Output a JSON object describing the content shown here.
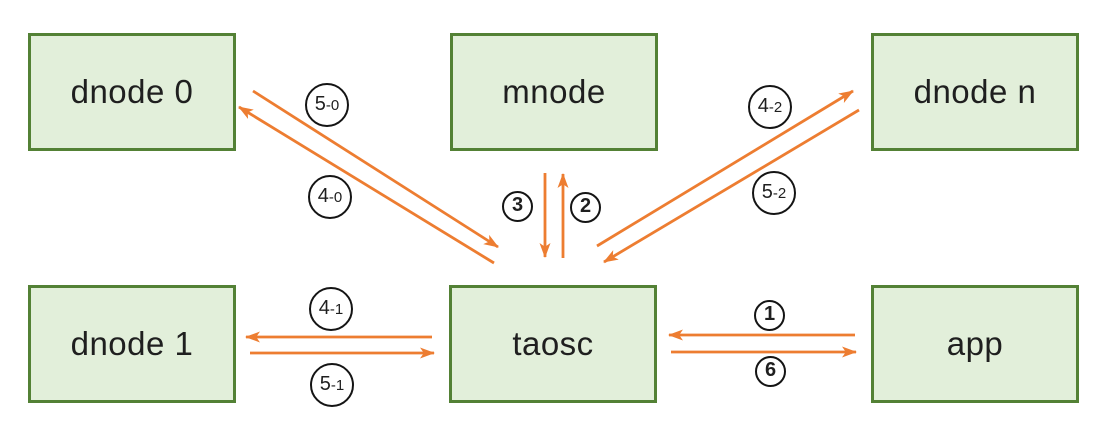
{
  "diagram": {
    "type": "flow-diagram",
    "background": "#ffffff",
    "colors": {
      "node_fill": "#e2efda",
      "node_border": "#538135",
      "arrow": "#ed7d31",
      "label_circle_border": "#141414",
      "text": "#1f1f1f"
    },
    "nodes": [
      {
        "id": "dnode0",
        "label": "dnode 0"
      },
      {
        "id": "mnode",
        "label": "mnode"
      },
      {
        "id": "dnoden",
        "label": "dnode n"
      },
      {
        "id": "dnode1",
        "label": "dnode 1"
      },
      {
        "id": "taosc",
        "label": "taosc"
      },
      {
        "id": "app",
        "label": "app"
      }
    ],
    "edges": [
      {
        "label": "1",
        "from": "app",
        "to": "taosc"
      },
      {
        "label": "2",
        "from": "taosc",
        "to": "mnode"
      },
      {
        "label": "3",
        "from": "mnode",
        "to": "taosc"
      },
      {
        "label": "4-0",
        "from": "taosc",
        "to": "dnode 0"
      },
      {
        "label": "5-0",
        "from": "dnode 0",
        "to": "taosc"
      },
      {
        "label": "4-1",
        "from": "taosc",
        "to": "dnode 1"
      },
      {
        "label": "5-1",
        "from": "dnode 1",
        "to": "taosc"
      },
      {
        "label": "4-2",
        "from": "taosc",
        "to": "dnode n"
      },
      {
        "label": "5-2",
        "from": "dnode n",
        "to": "taosc"
      },
      {
        "label": "6",
        "from": "taosc",
        "to": "app"
      }
    ]
  }
}
